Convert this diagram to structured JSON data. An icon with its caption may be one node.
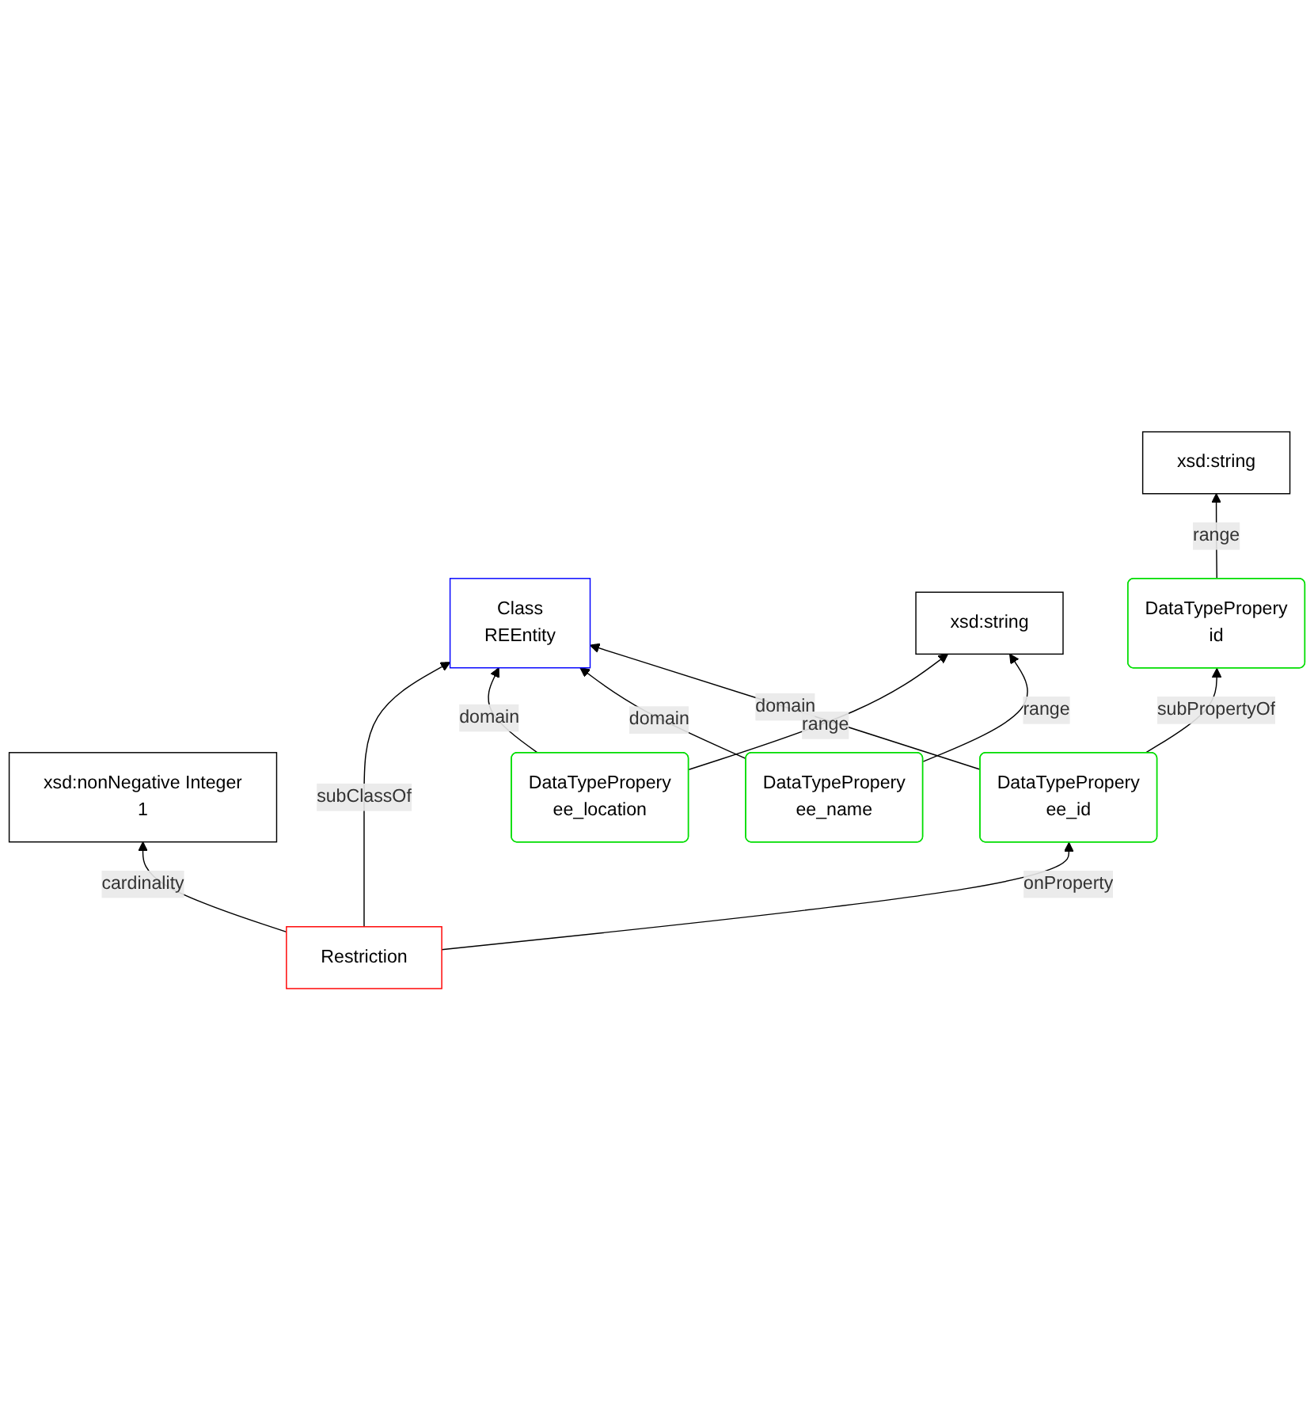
{
  "diagram": {
    "nodes": [
      {
        "text": [
          "xsd:nonNegative Integer",
          "1"
        ]
      },
      {
        "text": [
          "Class",
          "REEntity"
        ]
      },
      {
        "text": [
          "Restriction"
        ]
      },
      {
        "text": [
          "DataTypePropery",
          "ee_location"
        ]
      },
      {
        "text": [
          "DataTypePropery",
          "ee_name"
        ]
      },
      {
        "text": [
          "DataTypePropery",
          "ee_id"
        ]
      },
      {
        "text": [
          "xsd:string"
        ]
      },
      {
        "text": [
          "DataTypePropery",
          "id"
        ]
      },
      {
        "text": [
          "xsd:string"
        ]
      }
    ],
    "edges": [
      {
        "from": 2,
        "to": 0,
        "arrow": "to",
        "label": "cardinality"
      },
      {
        "from": 2,
        "to": 1,
        "arrow": "to",
        "label": "subClassOf"
      },
      {
        "from": 3,
        "to": 1,
        "arrow": "to",
        "label": "domain"
      },
      {
        "from": 4,
        "to": 1,
        "arrow": "to",
        "label": "domain"
      },
      {
        "from": 5,
        "to": 1,
        "arrow": "to",
        "label": "domain"
      },
      {
        "from": 2,
        "to": 5,
        "arrow": "to",
        "label": "onProperty"
      },
      {
        "from": 3,
        "to": 6,
        "arrow": "to",
        "label": "range"
      },
      {
        "from": 4,
        "to": 6,
        "arrow": "to",
        "label": "range"
      },
      {
        "from": 5,
        "to": 7,
        "arrow": "to",
        "label": "subPropertyOf"
      },
      {
        "from": 7,
        "to": 8,
        "arrow": "to",
        "label": "range"
      }
    ]
  }
}
